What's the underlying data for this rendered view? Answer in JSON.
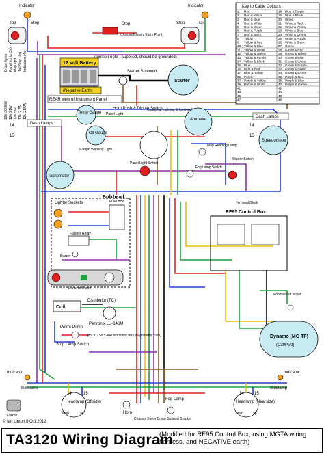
{
  "title": "TA3120 Wiring Diagram",
  "subtitle": "(Modified for RF95 Control Box, using MGTA wiring harness, and NEGATIVE earth)",
  "copyright": "© Ian Linton 8 Oct 2012",
  "key": {
    "title": "Key to Cable Colours",
    "rows": [
      [
        "1",
        "Red",
        "18",
        "Blue & Purple"
      ],
      [
        "2",
        "Red & Yellow",
        "19",
        "Blue & Black"
      ],
      [
        "3",
        "Red & Blue",
        "20",
        "White"
      ],
      [
        "4",
        "Red & White",
        "21",
        "White & Red"
      ],
      [
        "5",
        "Red & Green",
        "22",
        "White & Yellow"
      ],
      [
        "6",
        "Red & Purple",
        "23",
        "White & Blue"
      ],
      [
        "7",
        "Red & Black",
        "24",
        "White & Green"
      ],
      [
        "8",
        "Yellow",
        "25",
        "White & Purple"
      ],
      [
        "9",
        "Yellow & Red",
        "26",
        "White & Black"
      ],
      [
        "10",
        "Yellow & Blue",
        "27",
        "Green"
      ],
      [
        "11",
        "Yellow & White",
        "28",
        "Green & Red"
      ],
      [
        "12",
        "Yellow & Green",
        "29",
        "Green & Yellow"
      ],
      [
        "13",
        "Yellow & Purple",
        "30",
        "Green & Blue"
      ],
      [
        "14",
        "Yellow & Black",
        "31",
        "Green & White"
      ],
      [
        "15",
        "Blue",
        "32",
        "Green & Purple"
      ],
      [
        "16",
        "Blue & Red",
        "33",
        "Green & Black"
      ],
      [
        "17",
        "Blue & Yellow",
        "34",
        "Green & Brown"
      ],
      [
        "35",
        "Purple",
        "36",
        "Purple & Red"
      ],
      [
        "37",
        "Purple & Yellow",
        "38",
        "Purple & Blue"
      ],
      [
        "39",
        "Purple & White",
        "40",
        "Purple & Green"
      ],
      [
        "41",
        "",
        "42",
        ""
      ],
      [
        "43",
        "",
        "44",
        ""
      ],
      [
        "45",
        "",
        "46",
        ""
      ],
      [
        "47",
        "",
        "48",
        ""
      ]
    ]
  },
  "labels": {
    "indicator_l": "Indicator",
    "indicator_r": "Indicator",
    "tail_l": "Tail",
    "stop_l": "Stop",
    "stop_r": "Stop",
    "tail_r": "Tail",
    "stop_switch": "Stop",
    "chassis_earth": "Chassis Battery Earth Point",
    "battery": "12 Volt Battery",
    "neg_earth": "(Negative Earth)",
    "starter_solenoid": "Starter Solenoid",
    "starter": "Starter",
    "rear_view": "REAR view of Instrument Panel",
    "temp_gauge": "Temp Gauge",
    "oil_gauge": "Oil Gauge",
    "panel_light": "Panel Light",
    "horn_push": "Horn Push & Dipper Switch",
    "charging_switch": "Charging, Lighting & Ignition Switch",
    "ammeter": "Ammeter",
    "dash_lamps_l": "Dash Lamps",
    "dash_lamps_r": "Dash Lamps",
    "speedometer": "Speedometer",
    "map_lamp": "Map Reading Lamp",
    "starter_button": "Starter Button",
    "fog_switch": "Fog Lamp Switch",
    "panel_light_switch": "Panel Light Switch",
    "warning_light": "30 mph Warning Light",
    "tachometer": "Tachometer",
    "terminal_block": "Terminal Block",
    "bulkhead": "Bulkhead",
    "lighter_sockets": "Lighter Sockets",
    "fuse_box": "Fuse Box",
    "flasher_relay": "Flasher Relay",
    "buzzer": "Buzzer",
    "panel_indicator": "Panel Indicator",
    "rf95": "RF95 Control Box",
    "coil": "Coil",
    "distributor": "Distributor (TC)",
    "pertronix": "Pertronix LU-146M",
    "pertronix_note": "(for TC SKY-4A Distributor with asymmetric cam)",
    "petrol_pump": "Petrol Pump",
    "stop_lamp_switch": "Stop Lamp Switch",
    "windscreen_wiper": "Windscreen Wiper",
    "dynamo": "Dynamo (MG TF)",
    "dynamo_model": "(C39PV2)",
    "indicator_bl": "Indicator",
    "indicator_br": "Indicator",
    "sidelamp_l": "Sidelamp",
    "sidelamp_r": "Sidelamp",
    "headlamp_off": "Headlamp (Offside)",
    "headlamp_near": "Headlamp (Nearside)",
    "horn": "Horn",
    "fog_lamp": "Fog Lamp",
    "klaxon": "Klaxon",
    "chassis_bracket": "Chassis 3-way Brake Support Bracket",
    "main_l": "Main",
    "dip_l": "Dip",
    "main_r": "Main",
    "dip_r": "Dip",
    "ign_note": "(Ignition note - supplied, should be grounded)",
    "num14a": "14",
    "num14b": "14",
    "num14c": "14",
    "num14d": "14",
    "num15a": "15",
    "num15b": "15",
    "num15c": "15",
    "num15d": "15"
  },
  "left_notes": [
    "Brake lights",
    "Panel lights (3x)",
    "Map light",
    "Tail/Stop (4x)",
    "Indicators (4x)"
  ],
  "left_notes2": [
    "12V 36/36W",
    "12V 21W",
    "12V 5W",
    "12V 2.2W",
    "12V 21/5W"
  ],
  "colors": {
    "red": "#e02020",
    "yellow": "#f0c000",
    "blue": "#2040d0",
    "green": "#20a040",
    "purple": "#9030b0",
    "brown": "#8a5a2a",
    "black": "#000000",
    "white_wire": "#b8b8b8",
    "battery_fill": "#f2d21e",
    "gauge_fill": "#c8eaf2"
  }
}
